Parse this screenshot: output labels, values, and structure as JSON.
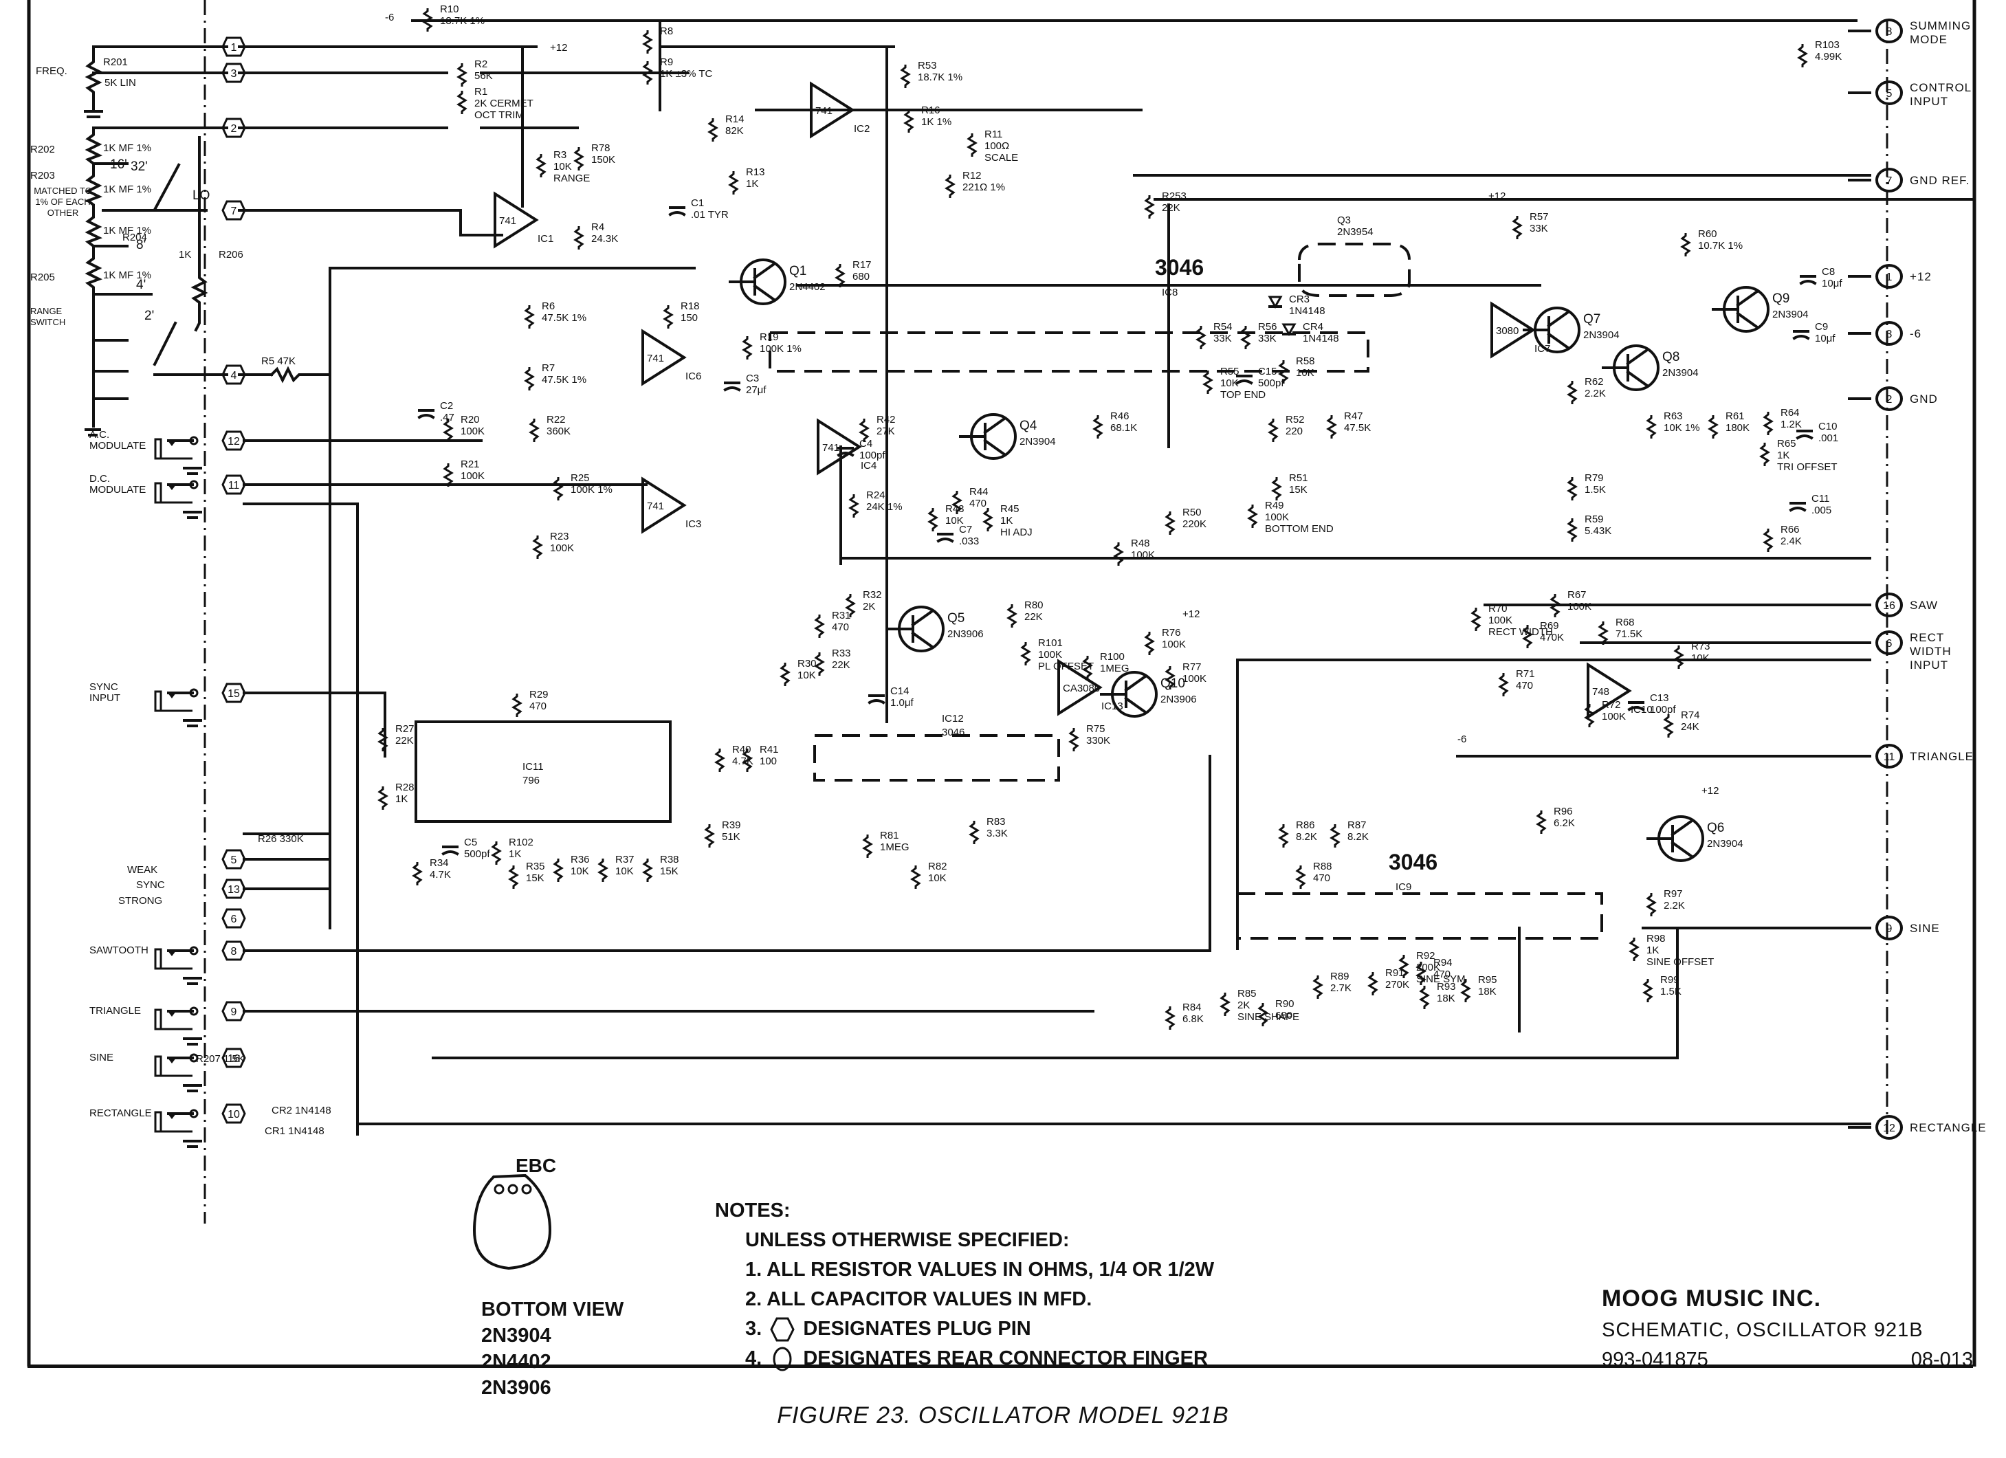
{
  "title_block": {
    "company": "MOOG MUSIC INC.",
    "title": "SCHEMATIC, OSCILLATOR 921B",
    "part_number": "993-041875",
    "drawing_number": "08-013"
  },
  "caption": "FIGURE 23.  OSCILLATOR MODEL 921B",
  "package": {
    "pinout": "EBC",
    "view": "BOTTOM VIEW",
    "types": [
      "2N3904",
      "2N4402",
      "2N3906"
    ]
  },
  "notes": {
    "heading": "NOTES:",
    "intro": "UNLESS OTHERWISE SPECIFIED:",
    "items": [
      "1.  ALL RESISTOR VALUES IN OHMS, 1/4 OR 1/2W",
      "2.  ALL CAPACITOR VALUES IN MFD.",
      "DESIGNATES PLUG PIN",
      "DESIGNATES REAR CONNECTOR FINGER"
    ],
    "item3_num": "3.",
    "item4_num": "4."
  },
  "connectors_right": [
    {
      "pin": "8",
      "label": "SUMMING MODE"
    },
    {
      "pin": "5",
      "label": "CONTROL INPUT"
    },
    {
      "pin": "7",
      "label": "GND REF."
    },
    {
      "pin": "1",
      "label": "+12"
    },
    {
      "pin": "3",
      "label": "-6"
    },
    {
      "pin": "2",
      "label": "GND"
    },
    {
      "pin": "16",
      "label": "SAW"
    },
    {
      "pin": "6",
      "label": "RECT WIDTH INPUT"
    },
    {
      "pin": "11",
      "label": "TRIANGLE"
    },
    {
      "pin": "9",
      "label": "SINE"
    },
    {
      "pin": "12",
      "label": "RECTANGLE"
    }
  ],
  "jacks_left": [
    {
      "label": "A.C. MODULATE",
      "pin": "12"
    },
    {
      "label": "D.C. MODULATE",
      "pin": "11"
    },
    {
      "label": "SYNC INPUT",
      "pin": "15"
    },
    {
      "label": "SAWTOOTH",
      "pin": "8"
    },
    {
      "label": "TRIANGLE",
      "pin": "9"
    },
    {
      "label": "SINE",
      "pin": "16"
    },
    {
      "label": "RECTANGLE",
      "pin": "10"
    }
  ],
  "controls_left": {
    "freq": "FREQ.",
    "r201": "R201",
    "r201_val": "5K LIN",
    "range_switch": "RANGE SWITCH",
    "matched_note": "MATCHED TO 1% OF EACH OTHER",
    "r202": "R202",
    "r203": "R203",
    "r204": "R204",
    "r205": "R205",
    "r206": "R206",
    "r20x_val": "1K MF 1%",
    "r206_val": "1K",
    "footages": [
      "32'",
      "16'",
      "8'",
      "4'",
      "2'",
      "LO"
    ],
    "sync_weak": "WEAK",
    "sync_label": "SYNC",
    "sync_strong": "STRONG",
    "r207": "R207 1.5K",
    "cr1": "CR1 1N4148",
    "cr2": "CR2 1N4148",
    "r26": "R26 330K",
    "r5": "R5 47K",
    "left_pins": [
      "1",
      "3",
      "2",
      "7",
      "4",
      "5",
      "13",
      "6"
    ]
  },
  "components": [
    {
      "ref": "R10",
      "value": "18.7K 1%"
    },
    {
      "ref": "R2",
      "value": "56K"
    },
    {
      "ref": "R1",
      "value": "2K CERMET",
      "note": "OCT TRIM"
    },
    {
      "ref": "R3",
      "value": "10K",
      "note": "RANGE"
    },
    {
      "ref": "R78",
      "value": "150K"
    },
    {
      "ref": "R4",
      "value": "24.3K"
    },
    {
      "ref": "IC1",
      "value": "741"
    },
    {
      "ref": "R8",
      "value": ""
    },
    {
      "ref": "R9",
      "value": "1K ±3% TC"
    },
    {
      "ref": "R53",
      "value": "18.7K 1%"
    },
    {
      "ref": "IC2",
      "value": "741"
    },
    {
      "ref": "R14",
      "value": "82K"
    },
    {
      "ref": "R13",
      "value": "1K"
    },
    {
      "ref": "R16",
      "value": "1K 1%"
    },
    {
      "ref": "R11",
      "value": "100Ω",
      "note": "SCALE"
    },
    {
      "ref": "R12",
      "value": "221Ω 1%"
    },
    {
      "ref": "C1",
      "value": ".01 TYR"
    },
    {
      "ref": "Q1",
      "value": "2N4402"
    },
    {
      "ref": "R17",
      "value": "680"
    },
    {
      "ref": "R18",
      "value": "150"
    },
    {
      "ref": "R6",
      "value": "47.5K 1%"
    },
    {
      "ref": "R7",
      "value": "47.5K 1%"
    },
    {
      "ref": "IC6",
      "value": "741"
    },
    {
      "ref": "R19",
      "value": "100K 1%"
    },
    {
      "ref": "C3",
      "value": "27μf"
    },
    {
      "ref": "C2",
      "value": ".47"
    },
    {
      "ref": "R20",
      "value": "100K"
    },
    {
      "ref": "R21",
      "value": "100K"
    },
    {
      "ref": "R22",
      "value": "360K"
    },
    {
      "ref": "IC3",
      "value": "741"
    },
    {
      "ref": "R23",
      "value": "100K"
    },
    {
      "ref": "R25",
      "value": "100K 1%"
    },
    {
      "ref": "IC4",
      "value": "741"
    },
    {
      "ref": "C4",
      "value": "100pf"
    },
    {
      "ref": "R24",
      "value": "24K 1%"
    },
    {
      "ref": "R42",
      "value": "27K"
    },
    {
      "ref": "Q4",
      "value": "2N3904"
    },
    {
      "ref": "R43",
      "value": "10K"
    },
    {
      "ref": "R44",
      "value": "470"
    },
    {
      "ref": "C7",
      "value": ".033"
    },
    {
      "ref": "R45",
      "value": "1K",
      "note": "HI ADJ"
    },
    {
      "ref": "IC8",
      "value": "3046"
    },
    {
      "ref": "R46",
      "value": "68.1K"
    },
    {
      "ref": "R48",
      "value": "100K"
    },
    {
      "ref": "R50",
      "value": "220K"
    },
    {
      "ref": "R49",
      "value": "100K",
      "note": "BOTTOM END"
    },
    {
      "ref": "R253",
      "value": "22K"
    },
    {
      "ref": "Q3",
      "value": "2N3954"
    },
    {
      "ref": "R54",
      "value": "33K"
    },
    {
      "ref": "R55",
      "value": "10K",
      "note": "TOP END"
    },
    {
      "ref": "R56",
      "value": "33K"
    },
    {
      "ref": "CR3",
      "value": "1N4148"
    },
    {
      "ref": "CR4",
      "value": "1N4148"
    },
    {
      "ref": "C15",
      "value": "500pf"
    },
    {
      "ref": "R52",
      "value": "220"
    },
    {
      "ref": "R47",
      "value": "47.5K"
    },
    {
      "ref": "R51",
      "value": "15K"
    },
    {
      "ref": "IC7",
      "value": "3080"
    },
    {
      "ref": "R58",
      "value": "10K"
    },
    {
      "ref": "R57",
      "value": "33K"
    },
    {
      "ref": "Q7",
      "value": "2N3904"
    },
    {
      "ref": "Q8",
      "value": "2N3904"
    },
    {
      "ref": "Q9",
      "value": "2N3904"
    },
    {
      "ref": "R60",
      "value": "10.7K 1%"
    },
    {
      "ref": "R62",
      "value": "2.2K"
    },
    {
      "ref": "R63",
      "value": "10K 1%"
    },
    {
      "ref": "R61",
      "value": "180K"
    },
    {
      "ref": "R79",
      "value": "1.5K"
    },
    {
      "ref": "R59",
      "value": "5.43K"
    },
    {
      "ref": "R64",
      "value": "1.2K"
    },
    {
      "ref": "R65",
      "value": "1K",
      "note": "TRI OFFSET"
    },
    {
      "ref": "R66",
      "value": "2.4K"
    },
    {
      "ref": "C10",
      "value": ".001"
    },
    {
      "ref": "C11",
      "value": ".005"
    },
    {
      "ref": "C8",
      "value": "10μf"
    },
    {
      "ref": "C9",
      "value": "10μf"
    },
    {
      "ref": "R103",
      "value": "4.99K"
    },
    {
      "ref": "R70",
      "value": "100K",
      "note": "RECT WIDTH"
    },
    {
      "ref": "R69",
      "value": "470K"
    },
    {
      "ref": "R67",
      "value": "100K"
    },
    {
      "ref": "R68",
      "value": "71.5K"
    },
    {
      "ref": "R71",
      "value": "470"
    },
    {
      "ref": "IC10",
      "value": "748"
    },
    {
      "ref": "R72",
      "value": "100K"
    },
    {
      "ref": "C13",
      "value": "100pf"
    },
    {
      "ref": "R73",
      "value": "10K"
    },
    {
      "ref": "R74",
      "value": "24K"
    },
    {
      "ref": "R32",
      "value": "2K"
    },
    {
      "ref": "Q5",
      "value": "2N3906"
    },
    {
      "ref": "R31",
      "value": "470"
    },
    {
      "ref": "R33",
      "value": "22K"
    },
    {
      "ref": "R30",
      "value": "10K"
    },
    {
      "ref": "R80",
      "value": "22K"
    },
    {
      "ref": "R101",
      "value": "100K",
      "note": "PL OFFSET"
    },
    {
      "ref": "R100",
      "value": "1MEG"
    },
    {
      "ref": "R76",
      "value": "100K"
    },
    {
      "ref": "R77",
      "value": "100K"
    },
    {
      "ref": "IC13",
      "value": "CA3080"
    },
    {
      "ref": "R75",
      "value": "330K"
    },
    {
      "ref": "Q10",
      "value": "2N3906"
    },
    {
      "ref": "C14",
      "value": "1.0μf"
    },
    {
      "ref": "IC12",
      "value": "3046"
    },
    {
      "ref": "R83",
      "value": "3.3K"
    },
    {
      "ref": "R81",
      "value": "1MEG"
    },
    {
      "ref": "R82",
      "value": "10K"
    },
    {
      "ref": "R29",
      "value": "470"
    },
    {
      "ref": "IC11",
      "value": "796"
    },
    {
      "ref": "R27",
      "value": "22K"
    },
    {
      "ref": "R28",
      "value": "1K"
    },
    {
      "ref": "R40",
      "value": "4.7K"
    },
    {
      "ref": "R41",
      "value": "100"
    },
    {
      "ref": "R39",
      "value": "51K"
    },
    {
      "ref": "R34",
      "value": "4.7K"
    },
    {
      "ref": "C5",
      "value": "500pf"
    },
    {
      "ref": "R102",
      "value": "1K"
    },
    {
      "ref": "R35",
      "value": "15K"
    },
    {
      "ref": "R36",
      "value": "10K"
    },
    {
      "ref": "R37",
      "value": "10K"
    },
    {
      "ref": "R38",
      "value": "15K"
    },
    {
      "ref": "R86",
      "value": "8.2K"
    },
    {
      "ref": "R87",
      "value": "8.2K"
    },
    {
      "ref": "R88",
      "value": "470"
    },
    {
      "ref": "IC9",
      "value": "3046"
    },
    {
      "ref": "R96",
      "value": "6.2K"
    },
    {
      "ref": "Q6",
      "value": "2N3904"
    },
    {
      "ref": "R97",
      "value": "2.2K"
    },
    {
      "ref": "R98",
      "value": "1K",
      "note": "SINE OFFSET"
    },
    {
      "ref": "R99",
      "value": "1.5K"
    },
    {
      "ref": "R89",
      "value": "2.7K"
    },
    {
      "ref": "R91",
      "value": "270K"
    },
    {
      "ref": "R92",
      "value": "200K",
      "note": "SINE SYM"
    },
    {
      "ref": "R93",
      "value": "18K"
    },
    {
      "ref": "R94",
      "value": "470"
    },
    {
      "ref": "R95",
      "value": "18K"
    },
    {
      "ref": "R84",
      "value": "6.8K"
    },
    {
      "ref": "R85",
      "value": "2K",
      "note": "SINE SHAPE"
    },
    {
      "ref": "R90",
      "value": "680"
    }
  ],
  "rails": {
    "pos": "+12",
    "neg": "-6"
  }
}
